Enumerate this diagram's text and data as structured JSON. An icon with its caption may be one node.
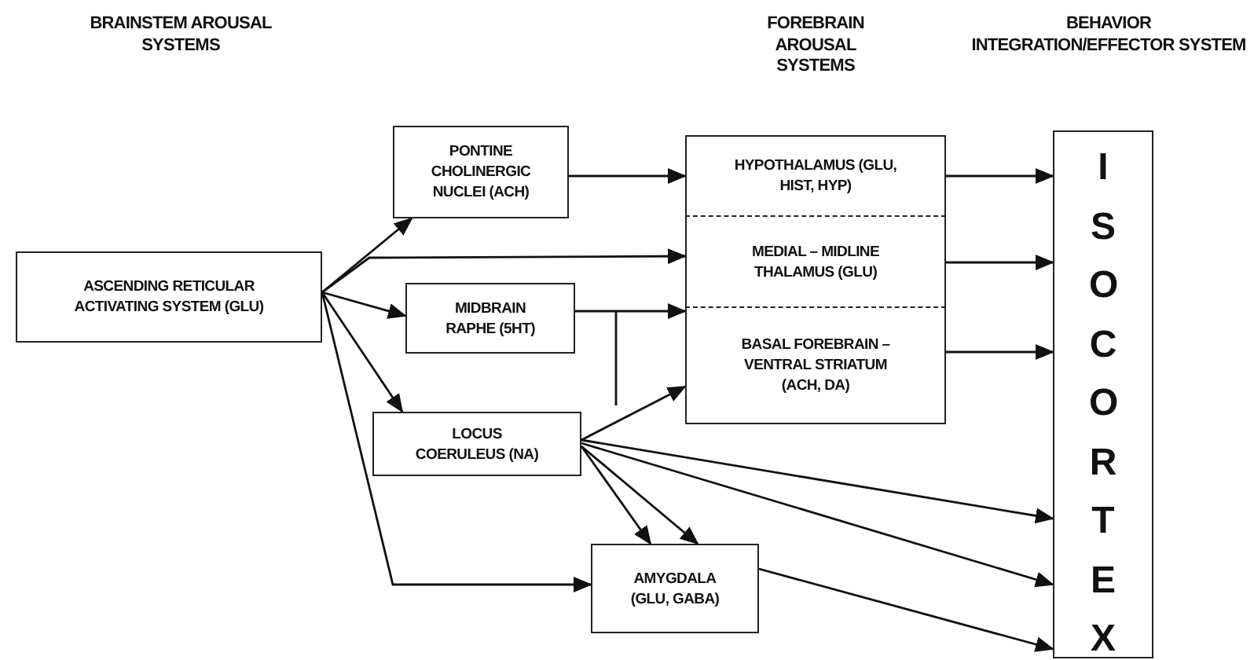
{
  "diagram": {
    "nodes": [
      {
        "text": [
          "ASCENDING RETICULAR ACTIVATING SYSTEM (GLU)"
        ]
      },
      {
        "text": [
          "PONTINE CHOLINERGIC NUCLEI (ACH)"
        ]
      },
      {
        "text": [
          "MIDBRAIN RAPHE (5HT)"
        ]
      },
      {
        "text": [
          "LOCUS COERULEUS (NA)"
        ]
      },
      {
        "text": [
          "AMYGDALA (GLU, GABA)"
        ]
      },
      {
        "text": [
          "HYPOTHALAMUS (GLU, HIST, HYP)"
        ]
      },
      {
        "text": [
          "MEDIAL – MIDLINE THALAMUS (GLU)"
        ]
      },
      {
        "text": [
          "BASAL FOREBRAIN – VENTRAL STRIATUM (ACH, DA)"
        ]
      },
      {
        "text": [
          "ISOCORTEX"
        ]
      }
    ],
    "edges": [
      {
        "from": 0,
        "to": 1,
        "arrow": "to"
      },
      {
        "from": 0,
        "to": 6,
        "arrow": "to"
      },
      {
        "from": 0,
        "to": 2,
        "arrow": "to"
      },
      {
        "from": 0,
        "to": 3,
        "arrow": "to"
      },
      {
        "from": 0,
        "to": 4,
        "arrow": "to"
      },
      {
        "from": 1,
        "to": 5,
        "arrow": "to"
      },
      {
        "from": 2,
        "to": 7,
        "arrow": "to"
      },
      {
        "from": 3,
        "to": 7,
        "arrow": "to"
      },
      {
        "from": 3,
        "to": 8,
        "arrow": "to"
      },
      {
        "from": 3,
        "to": 8,
        "arrow": "to"
      },
      {
        "from": 3,
        "to": 4,
        "arrow": "to"
      },
      {
        "from": 3,
        "to": 4,
        "arrow": "to"
      },
      {
        "from": 4,
        "to": 8,
        "arrow": "to"
      },
      {
        "from": 5,
        "to": 8,
        "arrow": "to"
      },
      {
        "from": 6,
        "to": 8,
        "arrow": "to"
      },
      {
        "from": 7,
        "to": 8,
        "arrow": "to"
      }
    ],
    "labels": [
      "BRAINSTEM AROUSAL SYSTEMS",
      "FOREBRAIN AROUSAL SYSTEMS",
      "BEHAVIOR INTEGRATION/EFFECTOR SYSTEM"
    ]
  }
}
